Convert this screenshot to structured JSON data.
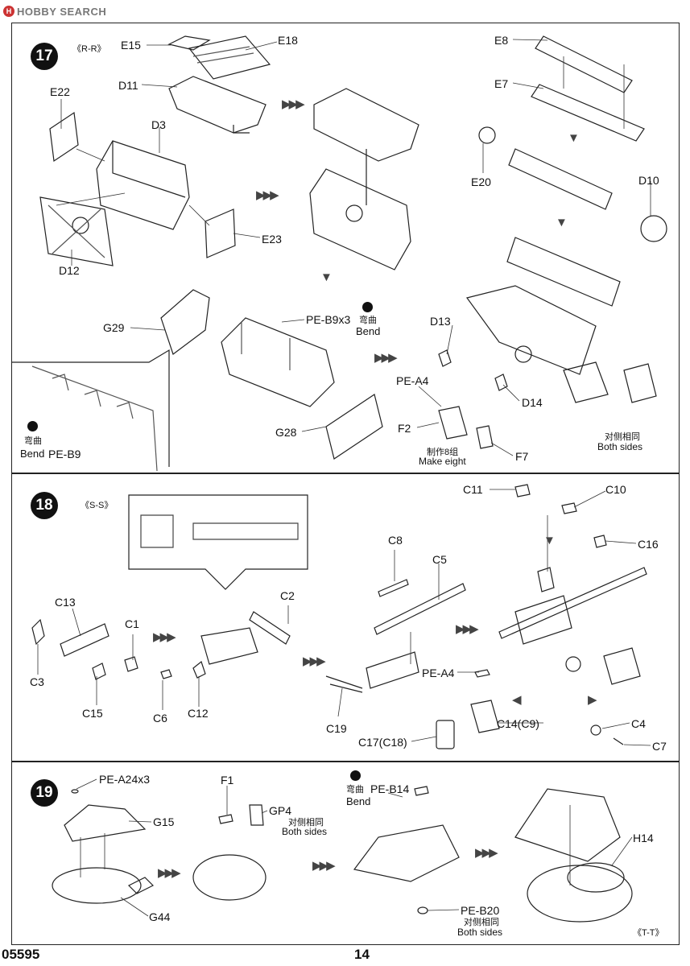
{
  "header": {
    "logo_text": "HOBBY SEARCH",
    "logo_mark": "H"
  },
  "footer": {
    "code": "05595",
    "page": "14"
  },
  "steps": [
    {
      "number": "17",
      "view": "《R-R》",
      "labels": {
        "E15": "E15",
        "E18": "E18",
        "D11": "D11",
        "E22": "E22",
        "D3": "D3",
        "E23": "E23",
        "D12": "D12",
        "E8": "E8",
        "E7": "E7",
        "E20": "E20",
        "D10": "D10",
        "G29": "G29",
        "PE_B9x3": "PE-B9x3",
        "bend_cn": "弯曲",
        "bend_en": "Bend",
        "D13": "D13",
        "PE_A4": "PE-A4",
        "D14": "D14",
        "F2": "F2",
        "F7": "F7",
        "make_cn": "制作8组",
        "make_en": "Make eight",
        "both_cn": "对侧相同",
        "both_en": "Both sides",
        "G28": "G28",
        "inset_bend_cn": "弯曲",
        "inset_bend_en": "Bend",
        "PE_B9": "PE-B9"
      }
    },
    {
      "number": "18",
      "view": "《S-S》",
      "labels": {
        "C11": "C11",
        "C10": "C10",
        "C16": "C16",
        "C8": "C8",
        "C5": "C5",
        "C13": "C13",
        "C1": "C1",
        "C2": "C2",
        "C3": "C3",
        "C15": "C15",
        "C6": "C6",
        "C12": "C12",
        "C19": "C19",
        "PE_A4": "PE-A4",
        "C14": "C14(C9)",
        "C17": "C17(C18)",
        "C4": "C4",
        "C7": "C7"
      }
    },
    {
      "number": "19",
      "view": "《T-T》",
      "labels": {
        "PE_A24x3": "PE-A24x3",
        "G15": "G15",
        "G44": "G44",
        "F1": "F1",
        "GP4": "GP4",
        "gp4_cn": "对侧相同",
        "gp4_en": "Both sides",
        "bend_cn": "弯曲",
        "bend_en": "Bend",
        "PE_B14": "PE-B14",
        "PE_B20": "PE-B20",
        "b20_cn": "对侧相同",
        "b20_en": "Both sides",
        "H14": "H14"
      }
    }
  ]
}
